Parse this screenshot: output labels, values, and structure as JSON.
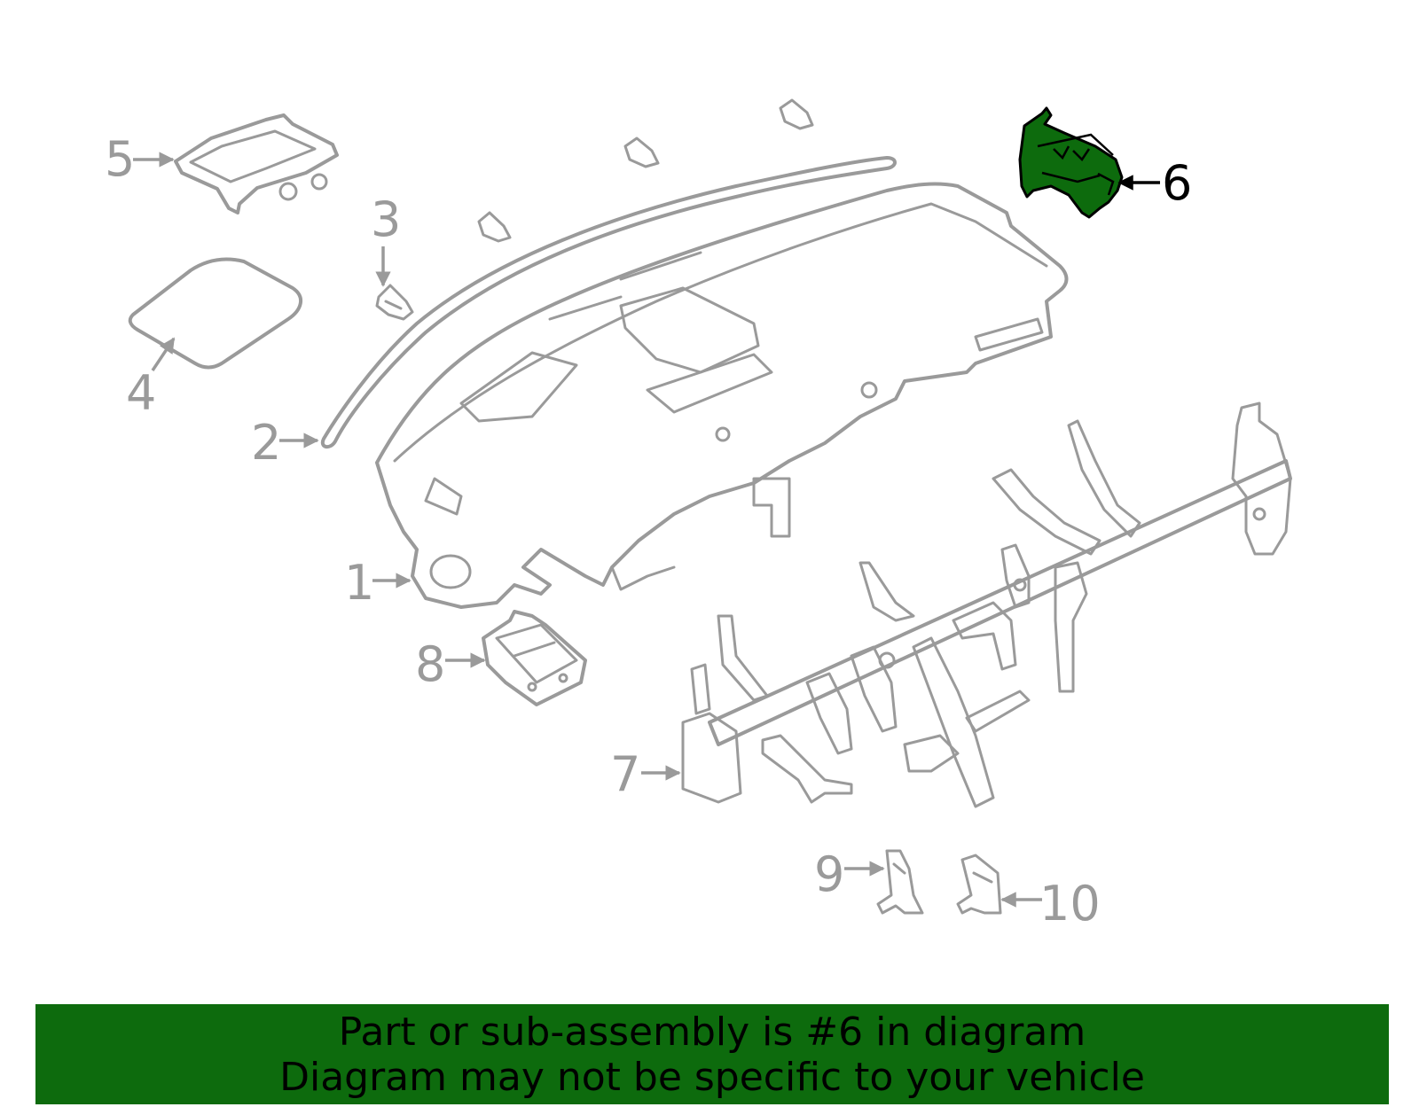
{
  "diagram": {
    "highlighted_callout": "6",
    "highlight_color": "#0d6b0d",
    "part_color": "#9a9a9a",
    "callouts": [
      {
        "id": "1",
        "label": "1"
      },
      {
        "id": "2",
        "label": "2"
      },
      {
        "id": "3",
        "label": "3"
      },
      {
        "id": "4",
        "label": "4"
      },
      {
        "id": "5",
        "label": "5"
      },
      {
        "id": "6",
        "label": "6"
      },
      {
        "id": "7",
        "label": "7"
      },
      {
        "id": "8",
        "label": "8"
      },
      {
        "id": "9",
        "label": "9"
      },
      {
        "id": "10",
        "label": "10"
      }
    ]
  },
  "banner": {
    "line1": "Part or sub-assembly is #6 in diagram",
    "line2": "Diagram may not be specific to your vehicle",
    "background": "#0d6b0d"
  }
}
